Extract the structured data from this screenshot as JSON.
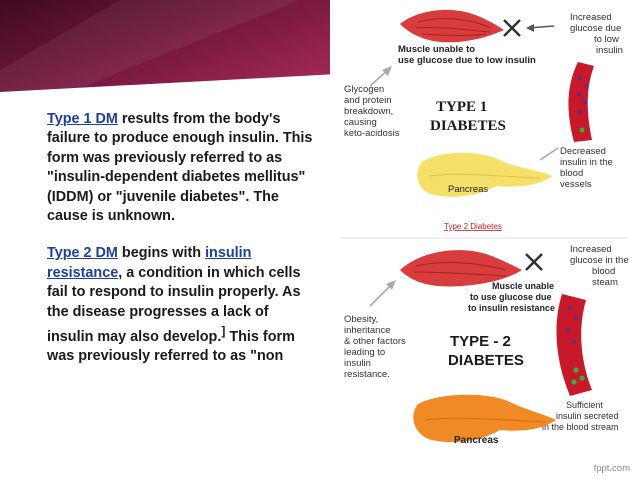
{
  "slide": {
    "paragraph1": {
      "link": "Type 1 DM",
      "text": " results from the body's failure to produce enough insulin. This form was previously referred to as \"insulin-dependent diabetes mellitus\" (IDDM) or \"juvenile diabetes\". The cause is unknown."
    },
    "paragraph2": {
      "link1": "Type 2 DM",
      "text1": " begins with ",
      "link2": "insulin resistance",
      "text2": ", a condition in which cells fail to respond to insulin properly. As the disease progresses a lack of insulin may also develop.",
      "ref": "]",
      "text3": " This form was previously referred to as \"non"
    }
  },
  "figure": {
    "type1": {
      "title_line1": "TYPE 1",
      "title_line2": "DIABETES",
      "muscle_line1": "Muscle unable to",
      "muscle_line2": "use glucose due to low insulin",
      "increased_line1": "Increased",
      "increased_line2": "glucose due",
      "increased_line3": "to low",
      "increased_line4": "insulin",
      "glycogen_line1": "Glycogen",
      "glycogen_line2": "and protein",
      "glycogen_line3": "breakdown,",
      "glycogen_line4": "causing",
      "glycogen_line5": "keto-acidosis",
      "decreased_line1": "Decreased",
      "decreased_line2": "insulin in the",
      "decreased_line3": "blood",
      "decreased_line4": "vessels",
      "pancreas": "Pancreas"
    },
    "type2_caption": "Type 2 Diabetes",
    "type2": {
      "title_line1": "TYPE - 2",
      "title_line2": "DIABETES",
      "muscle_line1": "Muscle unable",
      "muscle_line2": "to use glucose due",
      "muscle_line3": "to insulin resistance",
      "increased_line1": "Increased",
      "increased_line2": "glucose in the",
      "increased_line3": "blood",
      "increased_line4": "steam",
      "obesity_line1": "Obesity,",
      "obesity_line2": "inheritance",
      "obesity_line3": "& other factors",
      "obesity_line4": "leading to",
      "obesity_line5": "insulin",
      "obesity_line6": "resistance.",
      "sufficient_line1": "Sufficient",
      "sufficient_line2": "insulin secreted",
      "sufficient_line3": "in the blood stream",
      "pancreas": "Pancreas"
    }
  },
  "footer": "fppt.com",
  "colors": {
    "banner_dark": "#5c0f2e",
    "banner_light": "#b8305c",
    "link": "#1f3f9e",
    "text": "#1a1a1a",
    "vessel": "#c8192b",
    "muscle": "#d83c3c",
    "pancreas_t1": "#f5e06a",
    "pancreas_t2": "#f08a24"
  }
}
